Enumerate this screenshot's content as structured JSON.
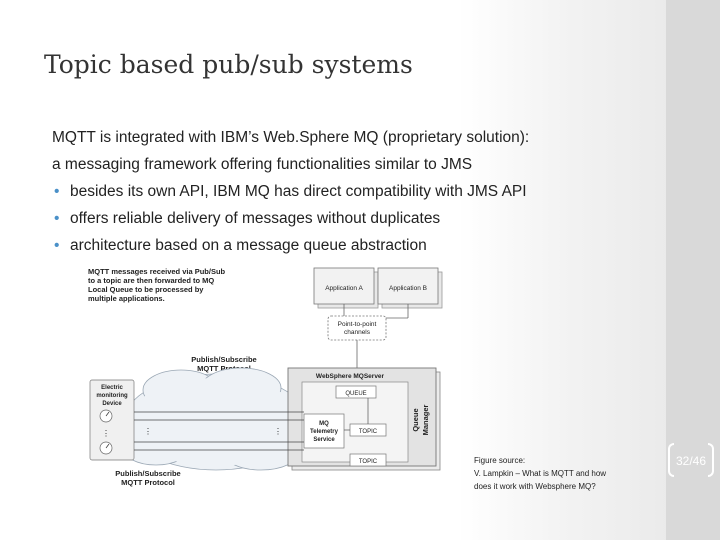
{
  "slide": {
    "title": "Topic based pub/sub systems",
    "intro_line1": "MQTT is integrated with IBM’s Web.Sphere MQ (proprietary solution):",
    "intro_line2": "a messaging framework offering functionalities similar to JMS",
    "bullets": [
      "besides its own API, IBM MQ has direct compatibility with JMS API",
      "offers reliable delivery of messages without duplicates",
      "architecture based on a message queue abstraction"
    ],
    "bullet_glyph": "•",
    "page_number": "32/46"
  },
  "figure": {
    "caption_line1": "MQTT messages received via Pub/Sub",
    "caption_line2": "to a topic are then forwarded to MQ",
    "caption_line3": "Local Queue to be processed by",
    "caption_line4": "multiple applications.",
    "application_a": "Application A",
    "application_b": "Application B",
    "point_to_point_1": "Point-to-point",
    "point_to_point_2": "channels",
    "pubsub_top_1": "Publish/Subscribe",
    "pubsub_top_2": "MQTT Protocol",
    "pubsub_bottom_1": "Publish/Subscribe",
    "pubsub_bottom_2": "MQTT Protocol",
    "websphere_label": "WebSphere MQServer",
    "queue_label": "QUEUE",
    "topic_label_1": "TOPIC",
    "topic_label_2": "TOPIC",
    "telemetry_1": "MQ",
    "telemetry_2": "Telemetry",
    "telemetry_3": "Service",
    "queue_manager_1": "Queue",
    "queue_manager_2": "Manager",
    "device_1": "Electric",
    "device_2": "monitoring",
    "device_3": "Device"
  },
  "figure_source": {
    "line1": "Figure source:",
    "line2": "V. Lampkin – What is MQTT and how",
    "line3": "does it work with Websphere MQ?"
  }
}
